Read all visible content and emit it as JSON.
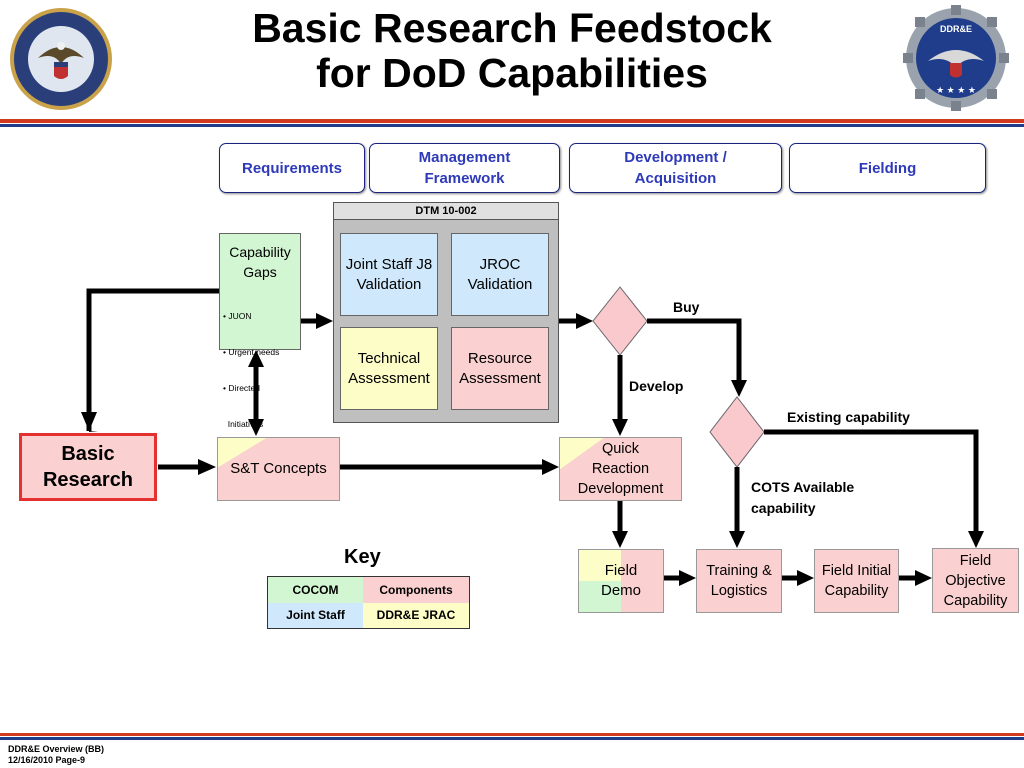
{
  "title": {
    "line1": "Basic Research Feedstock",
    "line2": "for DoD Capabilities"
  },
  "logos": {
    "left": "Department of Defense seal",
    "right": "DDR&E emblem",
    "right_text": "DDR&E"
  },
  "phases": [
    {
      "label": "Requirements"
    },
    {
      "label1": "Management",
      "label2": "Framework"
    },
    {
      "label1": "Development /",
      "label2": "Acquisition"
    },
    {
      "label": "Fielding"
    }
  ],
  "dtm": {
    "header": "DTM 10-002"
  },
  "boxes": {
    "capability_gaps": {
      "title1": "Capability",
      "title2": "Gaps",
      "bullets": [
        "• JUON",
        "• Urgent needs",
        "• Directed",
        "  Initiatives"
      ]
    },
    "joint_staff_j8": {
      "line1": "Joint Staff J8",
      "line2": "Validation"
    },
    "jroc": {
      "line1": "JROC",
      "line2": "Validation"
    },
    "technical": {
      "line1": "Technical",
      "line2": "Assessment"
    },
    "resource": {
      "line1": "Resource",
      "line2": "Assessment"
    },
    "basic_research": {
      "line1": "Basic",
      "line2": "Research"
    },
    "st_concepts": {
      "label": "S&T Concepts"
    },
    "quick_reaction": {
      "line1": "Quick",
      "line2": "Reaction",
      "line3": "Development"
    },
    "field_demo": {
      "line1": "Field",
      "line2": "Demo"
    },
    "training": {
      "line1": "Training &",
      "line2": "Logistics"
    },
    "field_initial": {
      "line1": "Field Initial",
      "line2": "Capability"
    },
    "field_objective": {
      "line1": "Field",
      "line2": "Objective",
      "line3": "Capability"
    }
  },
  "decision_labels": {
    "buy": "Buy",
    "develop": "Develop",
    "existing": "Existing capability",
    "cots1": "COTS Available",
    "cots2": "capability"
  },
  "key": {
    "title": "Key",
    "cells": [
      "COCOM",
      "Components",
      "Joint Staff",
      "DDR&E JRAC"
    ]
  },
  "colors": {
    "cocom": "#fdfdc8",
    "components": "#fbd0d0",
    "joint_staff": "#cfe8fb",
    "ddre_jrac": "#d2f5d2",
    "diamond": "#f9c9ce",
    "basic_research_border": "#e53030",
    "phase_text": "#2e3ab8",
    "rule_red": "#d23a20",
    "rule_blue": "#1f3d8a"
  },
  "footer": {
    "line1": "DDR&E Overview (BB)",
    "line2": "12/16/2010 Page-9"
  }
}
